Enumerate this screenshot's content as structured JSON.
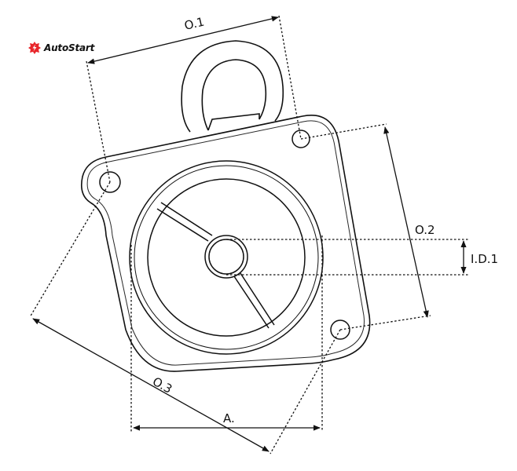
{
  "brand": {
    "name": "AutoStart",
    "accent": "#e8262b"
  },
  "diagram": {
    "labels": {
      "o1": "O.1",
      "o2": "O.2",
      "o3": "O.3",
      "a": "A.",
      "id1": "I.D.1"
    },
    "line_color": "#111111"
  }
}
